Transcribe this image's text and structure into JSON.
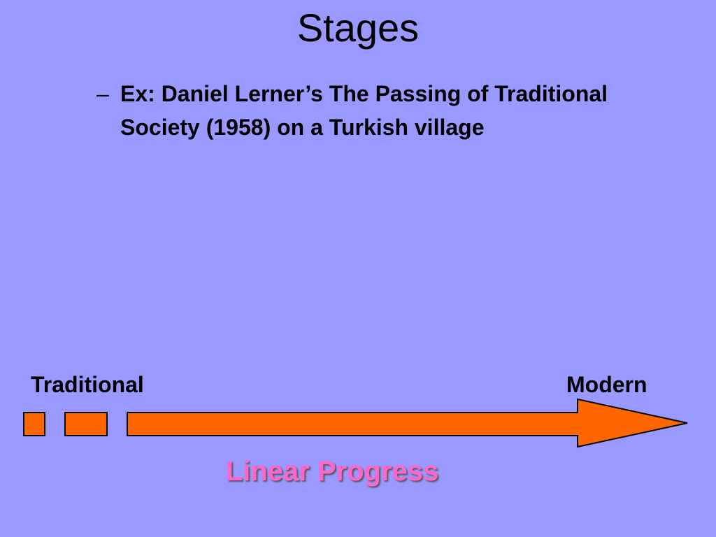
{
  "slide": {
    "title": "Stages",
    "bullet": {
      "marker": "–",
      "text": "Ex: Daniel Lerner’s The Passing of Traditional Society (1958) on a Turkish village"
    },
    "timeline": {
      "start_label": "Traditional",
      "end_label": "Modern",
      "caption": "Linear Progress"
    }
  },
  "colors": {
    "background": "#9999ff",
    "arrow_fill": "#ff6600",
    "arrow_stroke": "#000000",
    "caption": "#ff66cc"
  }
}
